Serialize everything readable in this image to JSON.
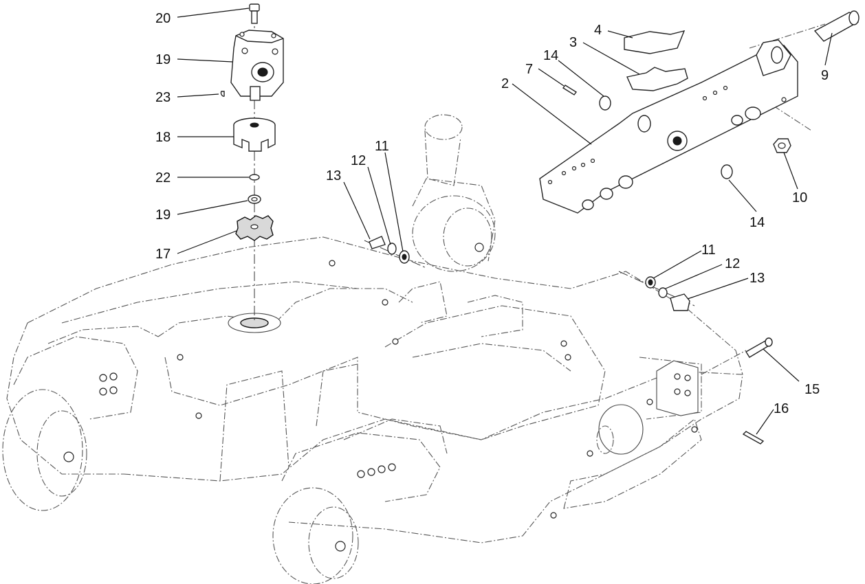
{
  "diagram": {
    "callouts": {
      "c20": "20",
      "c19a": "19",
      "c23": "23",
      "c18": "18",
      "c22": "22",
      "c19b": "19",
      "c17": "17",
      "c13a": "13",
      "c12a": "12",
      "c11a": "11",
      "c4": "4",
      "c3": "3",
      "c14a": "14",
      "c7": "7",
      "c2": "2",
      "c9": "9",
      "c10": "10",
      "c14b": "14",
      "c11b": "11",
      "c12b": "12",
      "c13b": "13",
      "c15": "15",
      "c16": "16"
    }
  }
}
